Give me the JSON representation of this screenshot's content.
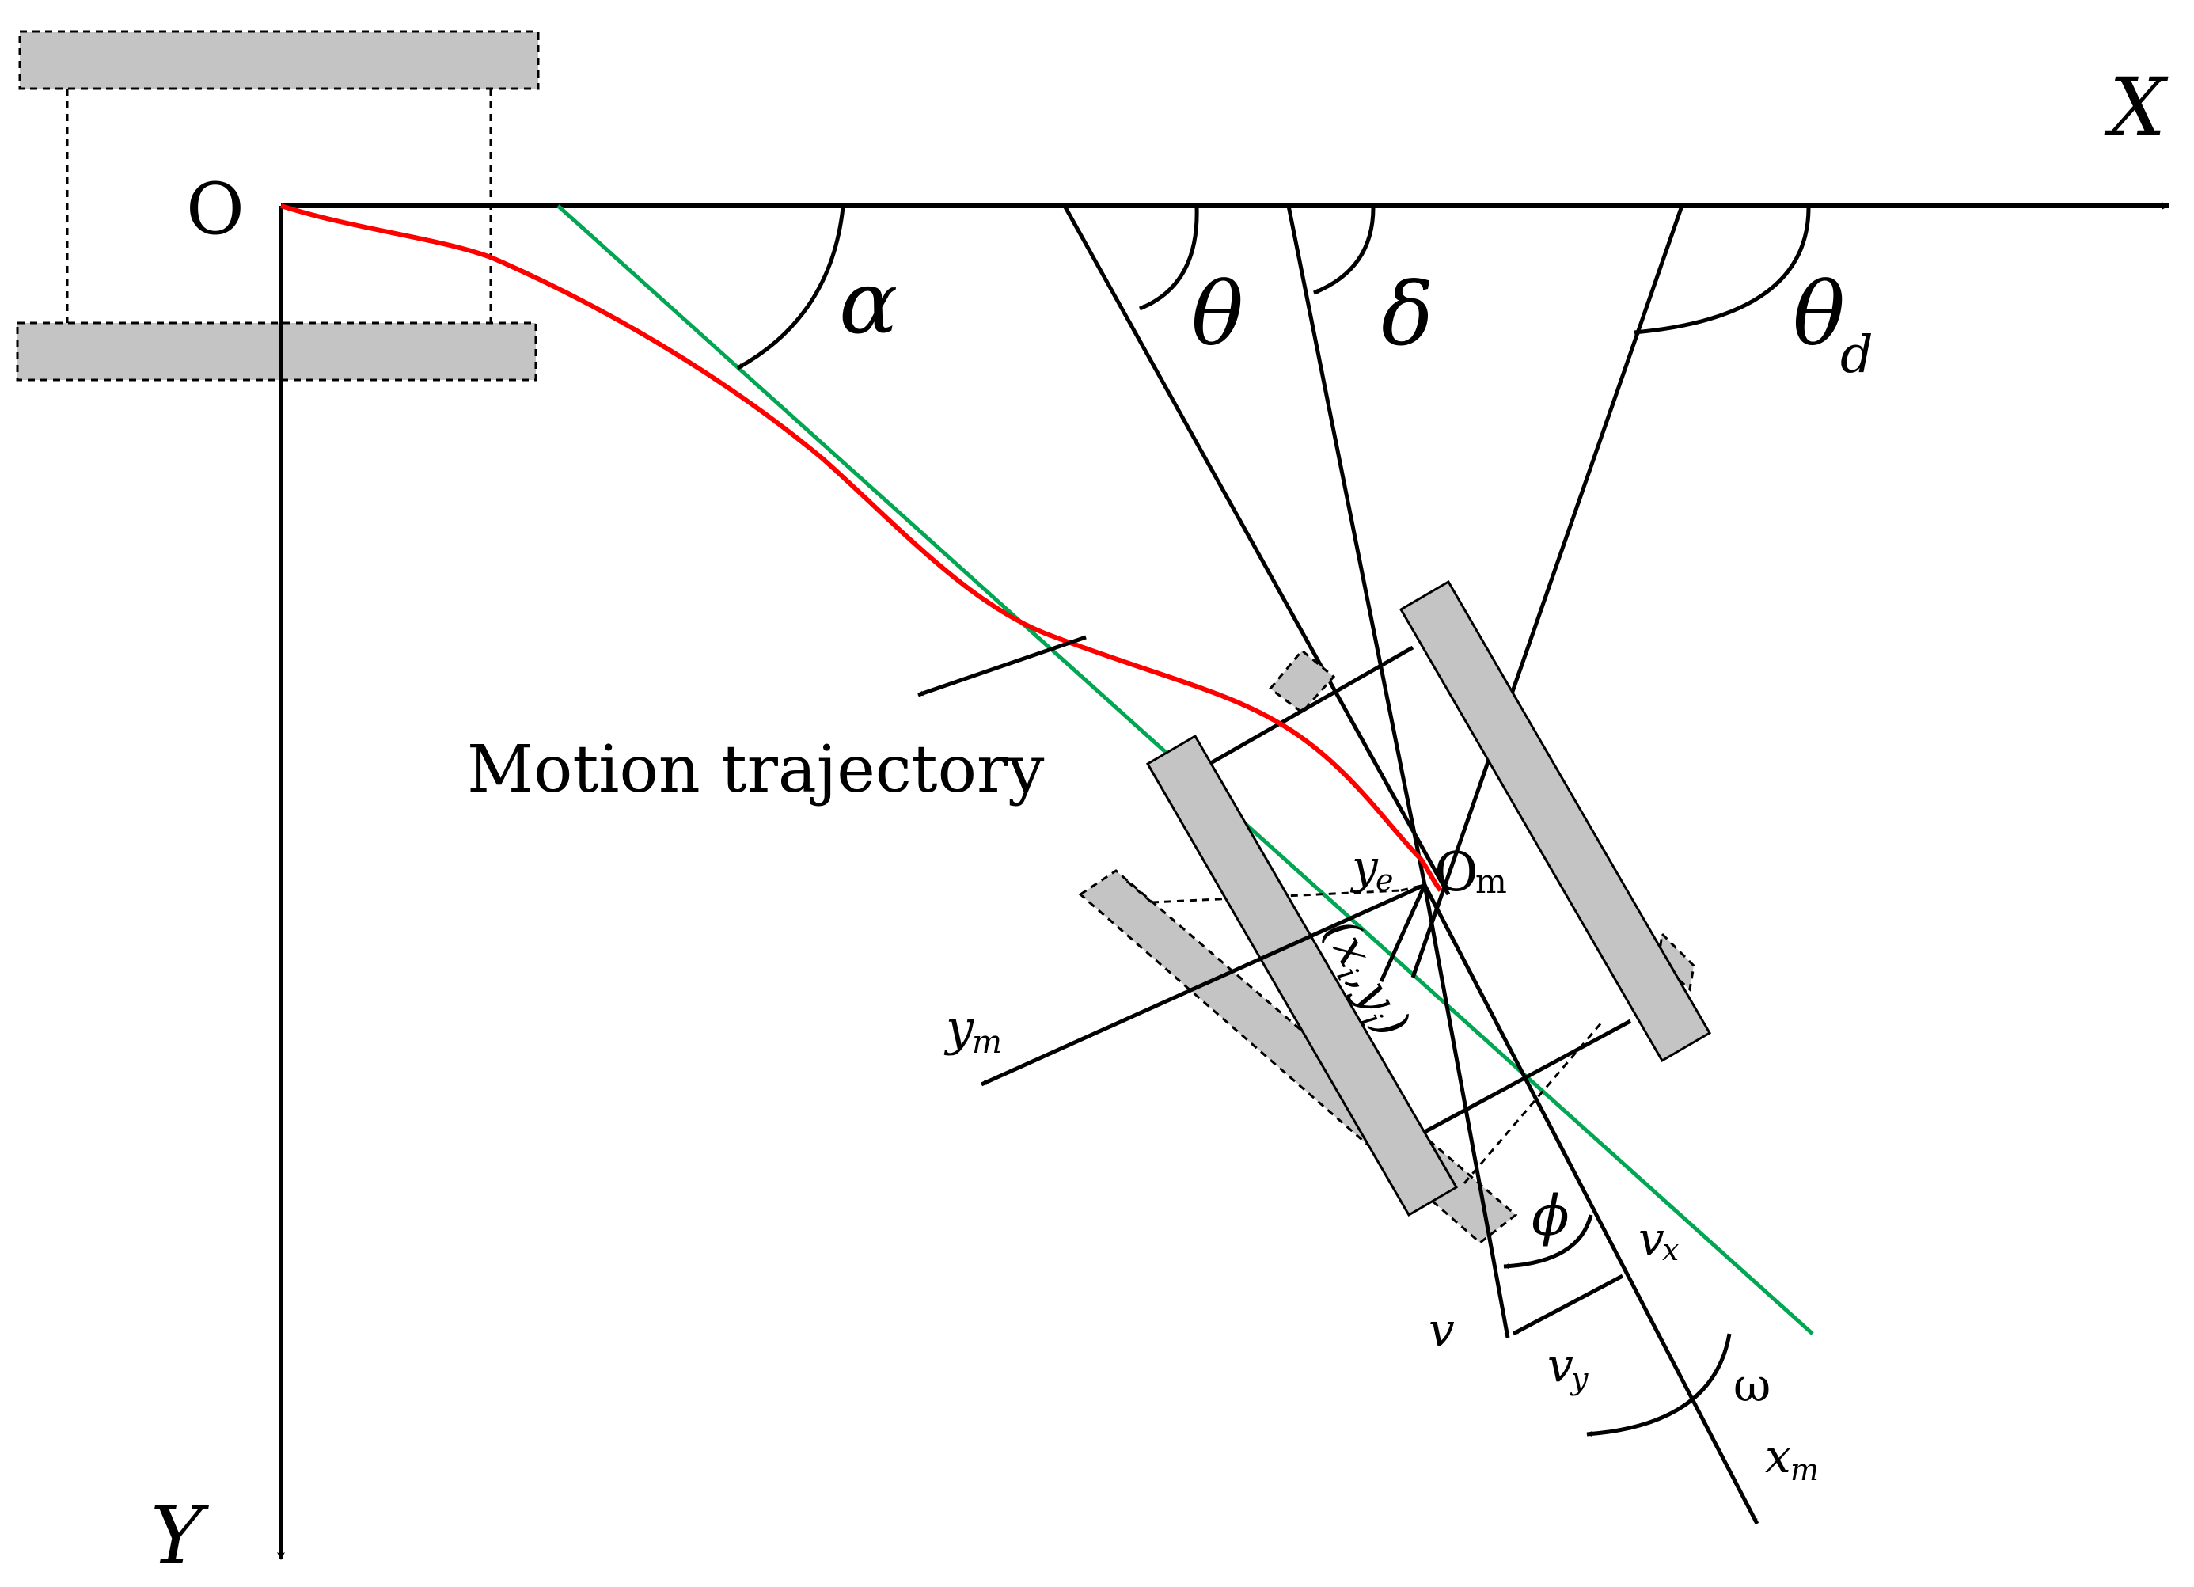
{
  "labels": {
    "origin": "O",
    "x_axis": "X",
    "y_axis": "Y",
    "alpha": "α",
    "theta": "θ",
    "delta": "δ",
    "theta_d": "θ",
    "theta_d_sub": "d",
    "trajectory": "Motion trajectory",
    "ye": "y",
    "ye_sub": "e",
    "robot_origin": "O",
    "robot_origin_sub": "m",
    "point": "(x",
    "point_sub_i1": "i",
    "point_mid": ",y",
    "point_sub_i2": "i",
    "point_close": ")",
    "ym": "y",
    "ym_sub": "m",
    "phi": "ϕ",
    "vx": "v",
    "vx_sub": "x",
    "v": "v",
    "vy": "v",
    "vy_sub": "y",
    "omega": "ω",
    "xm": "x",
    "xm_sub": "m"
  },
  "colors": {
    "trajectory": "#ff0000",
    "reference_line": "#00a651",
    "wheel_fill": "#c4c4c4",
    "lines": "#000000"
  }
}
